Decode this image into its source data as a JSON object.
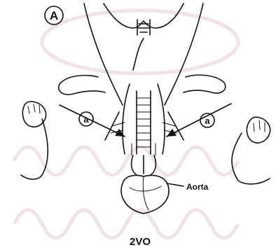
{
  "panel": {
    "letter": "A"
  },
  "callouts": {
    "left": "a",
    "right": "a"
  },
  "labels": {
    "aorta": "Aorta"
  },
  "caption": "2VO",
  "colors": {
    "ink": "#111111",
    "watermark": "#e8c9cf",
    "background": "#ffffff"
  }
}
